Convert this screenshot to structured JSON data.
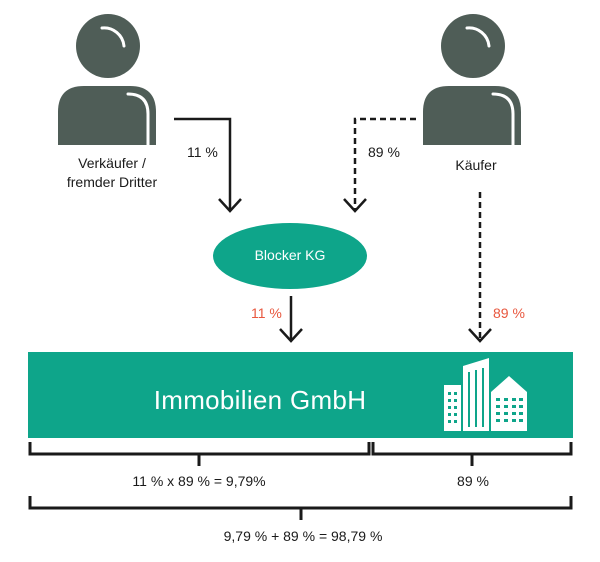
{
  "parties": {
    "seller": {
      "label_line1": "Verkäufer /",
      "label_line2": "fremder Dritter",
      "icon": "person-icon"
    },
    "buyer": {
      "label": "Käufer",
      "icon": "person-icon"
    }
  },
  "blocker": {
    "label": "Blocker KG"
  },
  "company": {
    "label": "Immobilien GmbH",
    "icon": "buildings-icon"
  },
  "flows": {
    "seller_to_blocker": "11 %",
    "buyer_to_blocker": "89 %",
    "blocker_to_company": "11 %",
    "buyer_to_company": "89 %"
  },
  "brackets": {
    "left": "11 % x 89 % = 9,79%",
    "right": "89 %",
    "total": "9,79 % + 89 % = 98,79 %"
  },
  "colors": {
    "person": "#4f5d57",
    "teal": "#0ea58a",
    "accent": "#e8573e",
    "line": "#1a1a1a"
  }
}
